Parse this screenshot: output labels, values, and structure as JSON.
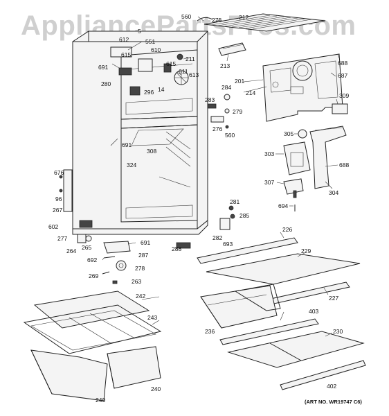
{
  "watermark": "AppliancePartsPros.com",
  "art_number": "(ART NO. WR19747 C6)",
  "labels": {
    "l560a": "560",
    "l275": "275",
    "l212": "212",
    "l612": "612",
    "l5": "5",
    "l551": "551",
    "l615a": "615",
    "l610": "610",
    "l691a": "691",
    "l211": "211",
    "l615b": "615",
    "l611": "611",
    "l613": "613",
    "l213": "213",
    "l688a": "688",
    "l687": "687",
    "l280": "280",
    "l296": "296",
    "l14": "14",
    "l284": "284",
    "l201": "201",
    "l214": "214",
    "l309": "309",
    "l283": "283",
    "l279": "279",
    "l276": "276",
    "l560b": "560",
    "l691b": "691",
    "l305": "305",
    "l308": "308",
    "l324": "324",
    "l303": "303",
    "l688b": "688",
    "l676": "676",
    "l96": "96",
    "l307": "307",
    "l304": "304",
    "l267": "267",
    "l281": "281",
    "l694": "694",
    "l285": "285",
    "l602": "602",
    "l226": "226",
    "l282": "282",
    "l277": "277",
    "l693": "693",
    "l691c": "691",
    "l264": "264",
    "l265": "265",
    "l288": "288",
    "l229": "229",
    "l287": "287",
    "l692": "692",
    "l278": "278",
    "l269": "269",
    "l263": "263",
    "l227": "227",
    "l242": "242",
    "l243": "243",
    "l403": "403",
    "l236": "236",
    "l230": "230",
    "l240a": "240",
    "l240b": "240",
    "l402": "402"
  }
}
